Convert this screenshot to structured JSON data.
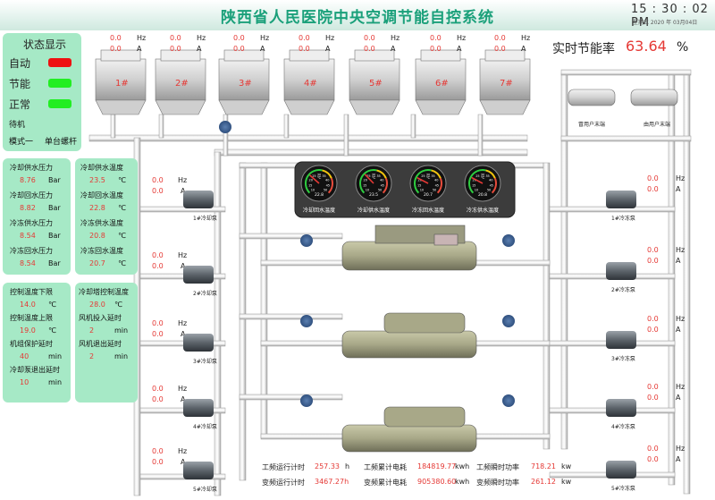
{
  "header": {
    "title": "陕西省人民医院中央空调节能自控系统",
    "clock": "15 : 30 : 02 PM",
    "date": "星期三  2020 年 03月04日"
  },
  "status": {
    "title": "状态显示",
    "items": [
      {
        "label": "自动",
        "color": "#ee1111"
      },
      {
        "label": "节能",
        "color": "#22ee22"
      },
      {
        "label": "正常",
        "color": "#22ee22"
      }
    ],
    "standby": "待机",
    "mode": "模式一",
    "mode_detail": "单台螺杆"
  },
  "pressure": {
    "items": [
      {
        "label": "冷却供水压力",
        "value": "8.76",
        "unit": "Bar"
      },
      {
        "label": "冷却回水压力",
        "value": "8.82",
        "unit": "Bar"
      },
      {
        "label": "冷冻供水压力",
        "value": "8.54",
        "unit": "Bar"
      },
      {
        "label": "冷冻回水压力",
        "value": "8.54",
        "unit": "Bar"
      }
    ]
  },
  "temperature": {
    "items": [
      {
        "label": "冷却供水温度",
        "value": "23.5",
        "unit": "℃"
      },
      {
        "label": "冷却回水温度",
        "value": "22.8",
        "unit": "℃"
      },
      {
        "label": "冷冻供水温度",
        "value": "20.8",
        "unit": "℃"
      },
      {
        "label": "冷冻回水温度",
        "value": "20.7",
        "unit": "℃"
      }
    ]
  },
  "control_left": {
    "items": [
      {
        "label": "控制温度下限",
        "value": "14.0",
        "unit": "℃"
      },
      {
        "label": "控制温度上限",
        "value": "19.0",
        "unit": "℃"
      },
      {
        "label": "机组保护延时",
        "value": "40",
        "unit": "min"
      },
      {
        "label": "冷却泵退出延时",
        "value": "10",
        "unit": "min"
      }
    ]
  },
  "control_right": {
    "items": [
      {
        "label": "冷却塔控制温度",
        "value": "28.0",
        "unit": "℃"
      },
      {
        "label": "风机投入延时",
        "value": "2",
        "unit": "min"
      },
      {
        "label": "风机退出延时",
        "value": "2",
        "unit": "min"
      }
    ]
  },
  "towers": [
    {
      "name": "1#",
      "hz": "0.0",
      "a": "0.0"
    },
    {
      "name": "2#",
      "hz": "0.0",
      "a": "0.0"
    },
    {
      "name": "3#",
      "hz": "0.0",
      "a": "0.0"
    },
    {
      "name": "4#",
      "hz": "0.0",
      "a": "0.0"
    },
    {
      "name": "5#",
      "hz": "0.0",
      "a": "0.0"
    },
    {
      "name": "6#",
      "hz": "0.0",
      "a": "0.0"
    },
    {
      "name": "7#",
      "hz": "0.0",
      "a": "0.0"
    }
  ],
  "units": {
    "hz": "Hz",
    "a": "A",
    "kw": "kw",
    "kwh": "kwh",
    "h": "h",
    "pct": "%"
  },
  "energy_saving": {
    "label": "实时节能率",
    "value": "63.64"
  },
  "headers": {
    "supply": "冒用户末端",
    "return": "由用户末端"
  },
  "gauges": [
    {
      "label": "冷却回水温度",
      "value": "22.8"
    },
    {
      "label": "冷却供水温度",
      "value": "23.5"
    },
    {
      "label": "冷冻回水温度",
      "value": "20.7"
    },
    {
      "label": "冷冻供水温度",
      "value": "20.8"
    }
  ],
  "gauge_ticks": [
    "10",
    "15",
    "20",
    "25",
    "30",
    "35",
    "40",
    "45",
    "50"
  ],
  "gauge_unit": "℃",
  "cooling_pumps": [
    {
      "name": "1#冷却泵",
      "hz": "0.0",
      "a": "0.0"
    },
    {
      "name": "2#冷却泵",
      "hz": "0.0",
      "a": "0.0"
    },
    {
      "name": "3#冷却泵",
      "hz": "0.0",
      "a": "0.0"
    },
    {
      "name": "4#冷却泵",
      "hz": "0.0",
      "a": "0.0"
    },
    {
      "name": "5#冷却泵",
      "hz": "0.0",
      "a": "0.0"
    }
  ],
  "chilled_pumps": [
    {
      "name": "1#冷冻泵",
      "hz": "0.0",
      "a": "0.0"
    },
    {
      "name": "2#冷冻泵",
      "hz": "0.0",
      "a": "0.0"
    },
    {
      "name": "3#冷冻泵",
      "hz": "0.0",
      "a": "0.0"
    },
    {
      "name": "4#冷冻泵",
      "hz": "0.0",
      "a": "0.0"
    },
    {
      "name": "5#冷冻泵",
      "hz": "0.0",
      "a": "0.0"
    }
  ],
  "bottom": {
    "rows": [
      [
        {
          "label": "工频运行计时",
          "value": "257.33",
          "unit": "h"
        },
        {
          "label": "工频累计电耗",
          "value": "184819.77",
          "unit": "kwh"
        },
        {
          "label": "工频瞬时功率",
          "value": "718.21",
          "unit": "kw"
        }
      ],
      [
        {
          "label": "变频运行计时",
          "value": "3467.27h",
          "unit": ""
        },
        {
          "label": "变频累计电耗",
          "value": "905380.60",
          "unit": "kwh"
        },
        {
          "label": "变频瞬时功率",
          "value": "261.12",
          "unit": "kw"
        }
      ]
    ]
  }
}
